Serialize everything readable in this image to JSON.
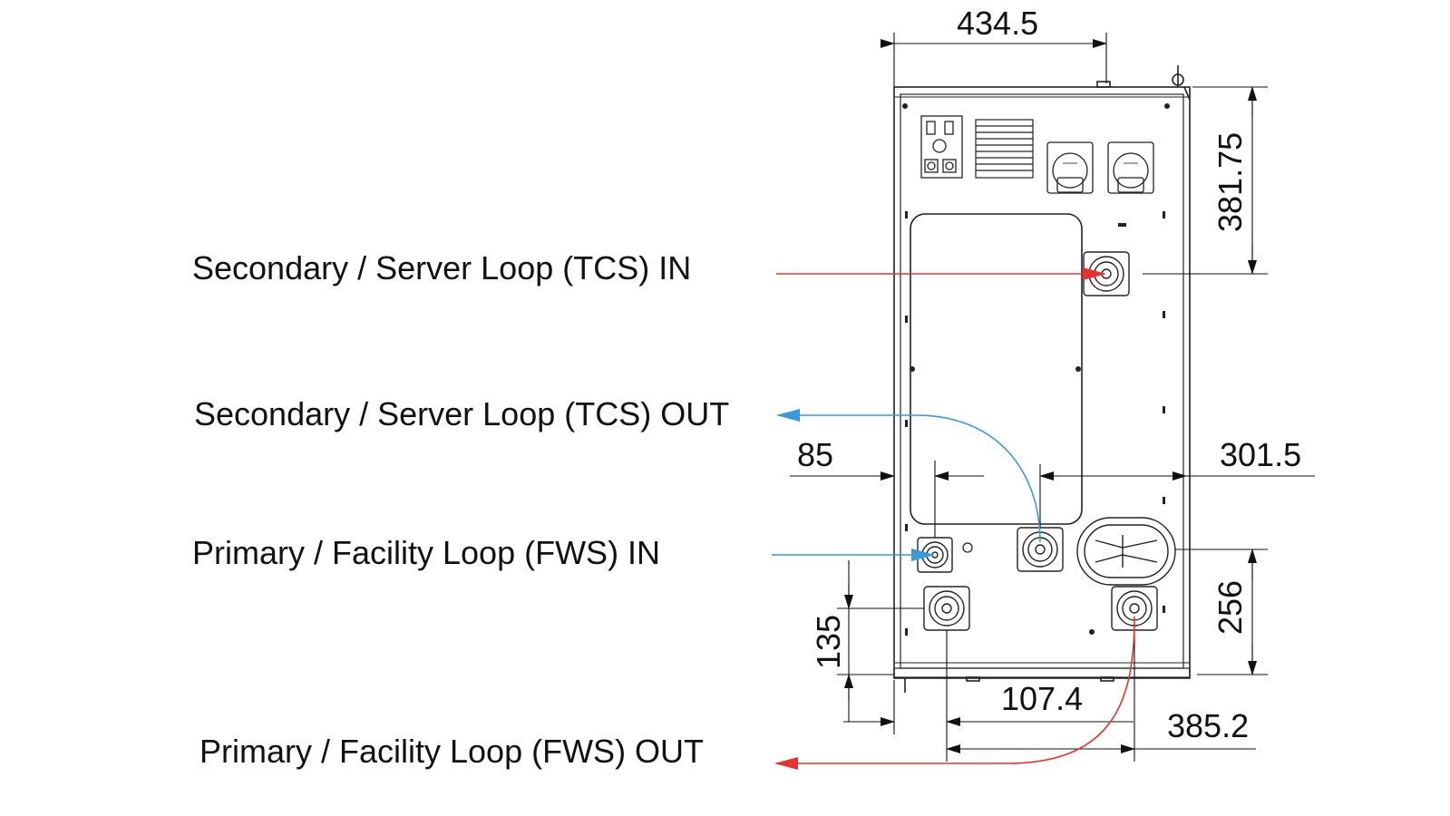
{
  "labels": {
    "secondary_in": "Secondary / Server Loop (TCS) IN",
    "secondary_out": "Secondary / Server Loop (TCS) OUT",
    "primary_in": "Primary / Facility Loop (FWS) IN",
    "primary_out": "Primary / Facility Loop (FWS) OUT"
  },
  "dimensions": {
    "width_top": "434.5",
    "height_right_top": "381.75",
    "left_85": "85",
    "right_301": "301.5",
    "height_right_bottom": "256",
    "height_left_bottom": "135",
    "bottom_107": "107.4",
    "bottom_385": "385.2"
  },
  "colors": {
    "inlet_red": "#e8312f",
    "outlet_blue": "#3a9ad9",
    "line": "#222222"
  }
}
